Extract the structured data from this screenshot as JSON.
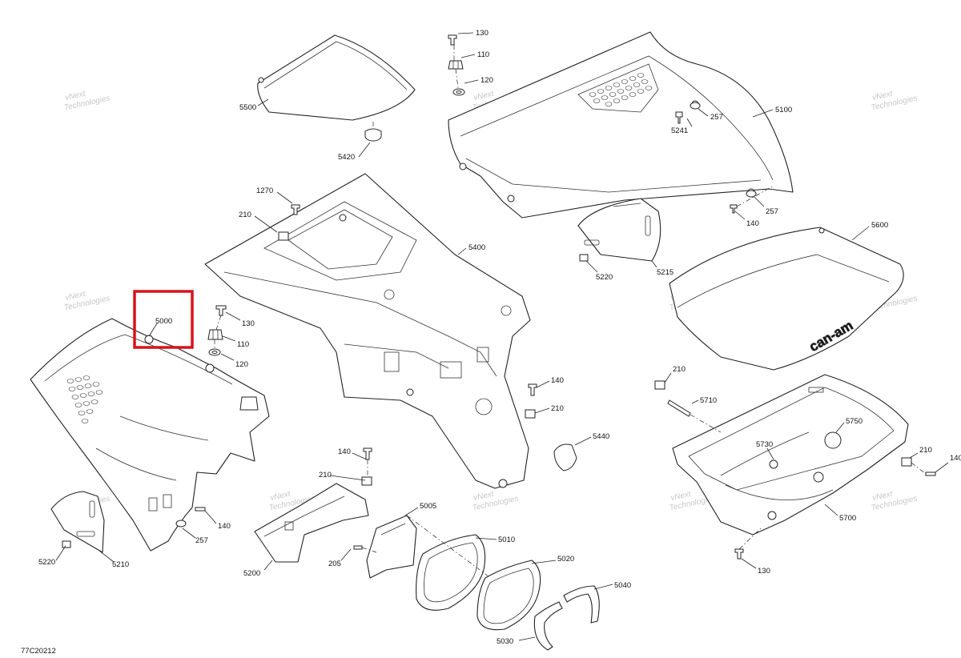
{
  "diagram": {
    "figure_code": "77C20212",
    "highlighted_part": "5000",
    "watermark_text": [
      "vNext",
      "Technologies"
    ],
    "brand_mark": "can-am",
    "part_labels": {
      "p5500": "5500",
      "p5420": "5420",
      "p130a": "130",
      "p110a": "110",
      "p120a": "120",
      "p5100": "5100",
      "p5241": "5241",
      "p257a": "257",
      "p257b": "257",
      "p140a": "140",
      "p1270": "1270",
      "p210a": "210",
      "p5400": "5400",
      "p5220a": "5220",
      "p5215": "5215",
      "p5600": "5600",
      "p5000": "5000",
      "p130b": "130",
      "p110b": "110",
      "p120b": "120",
      "p140b": "140",
      "p210b": "210",
      "p5440": "5440",
      "p210c": "210",
      "p5710": "5710",
      "p5750": "5750",
      "p5730": "5730",
      "p210d": "210",
      "p140c": "140",
      "p5700": "5700",
      "p130c": "130",
      "p140d": "140",
      "p210e": "210",
      "p5005": "5005",
      "p5010": "5010",
      "p5020": "5020",
      "p5040": "5040",
      "p5030": "5030",
      "p205": "205",
      "p5200": "5200",
      "p5220b": "5220",
      "p5210": "5210",
      "p257c": "257",
      "p140e": "140"
    }
  }
}
